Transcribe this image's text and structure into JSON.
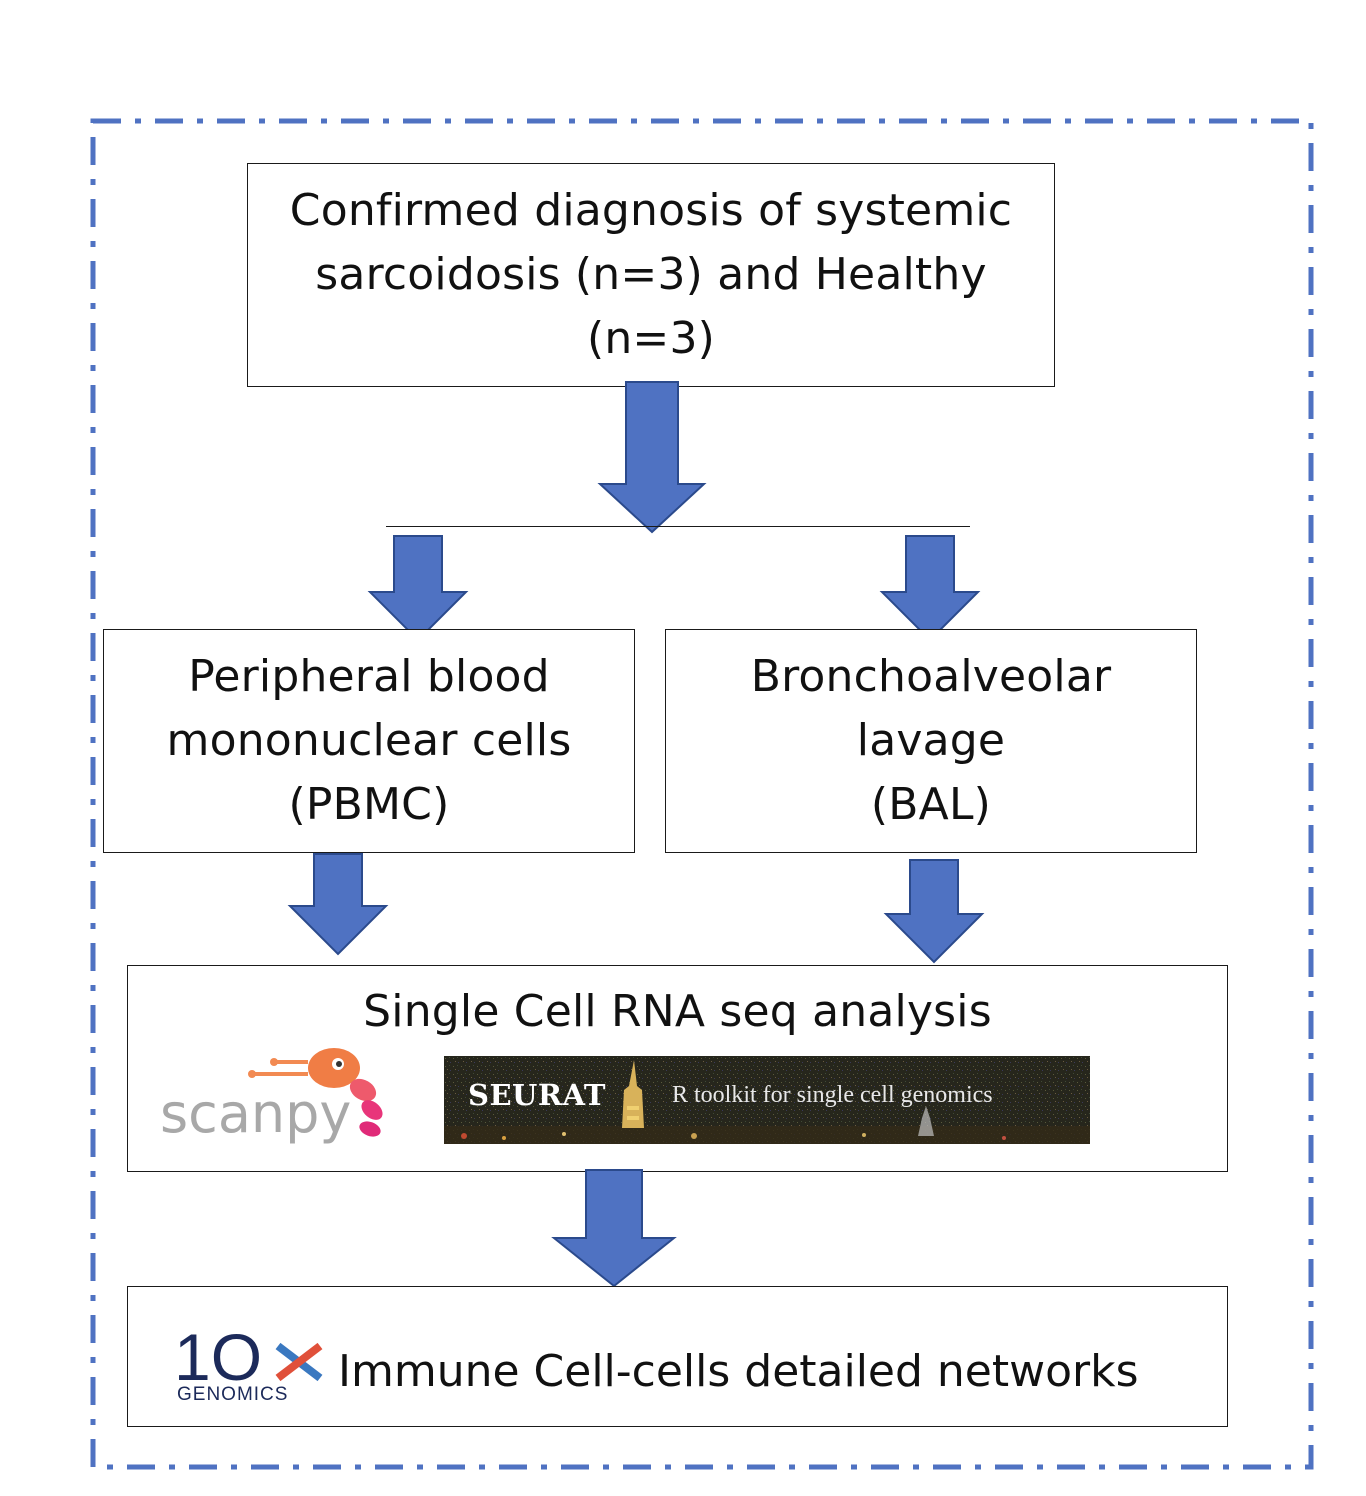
{
  "diagram": {
    "top_box": {
      "lines": [
        "Confirmed diagnosis of systemic",
        "sarcoidosis (n=3) and Healthy",
        "(n=3)"
      ]
    },
    "pbmc_box": {
      "lines": [
        "Peripheral blood",
        "mononuclear cells",
        "(PBMC)"
      ]
    },
    "bal_box": {
      "lines": [
        "Bronchoalveolar",
        "lavage",
        "(BAL)"
      ]
    },
    "analysis_box": {
      "title": "Single Cell RNA seq analysis",
      "scanpy_logo": "scanpy",
      "seurat_banner": {
        "title": "SEURAT",
        "subtitle": "R toolkit for single cell genomics"
      }
    },
    "final_box": {
      "logo": "10X GENOMICS",
      "logo_number": "1O",
      "logo_label": "GENOMICS",
      "text": "Immune Cell-cells detailed networks"
    }
  },
  "colors": {
    "arrow_fill": "#4f72c2",
    "arrow_stroke": "#2b4a8c",
    "frame_dash": "#4f72c2",
    "box_border": "#1a1a1a",
    "scanpy_grey": "#a8a8a8",
    "scanpy_orange": "#f28a52",
    "scanpy_pink": "#e8357a",
    "tenx_navy": "#1c2a5a"
  }
}
